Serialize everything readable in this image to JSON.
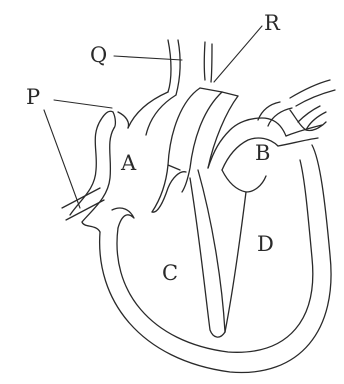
{
  "labels": {
    "p": "P",
    "q": "Q",
    "r": "R",
    "a": "A",
    "b": "B",
    "c": "C",
    "d": "D"
  },
  "colors": {
    "stroke": "#2a2a2a",
    "background": "#ffffff"
  }
}
